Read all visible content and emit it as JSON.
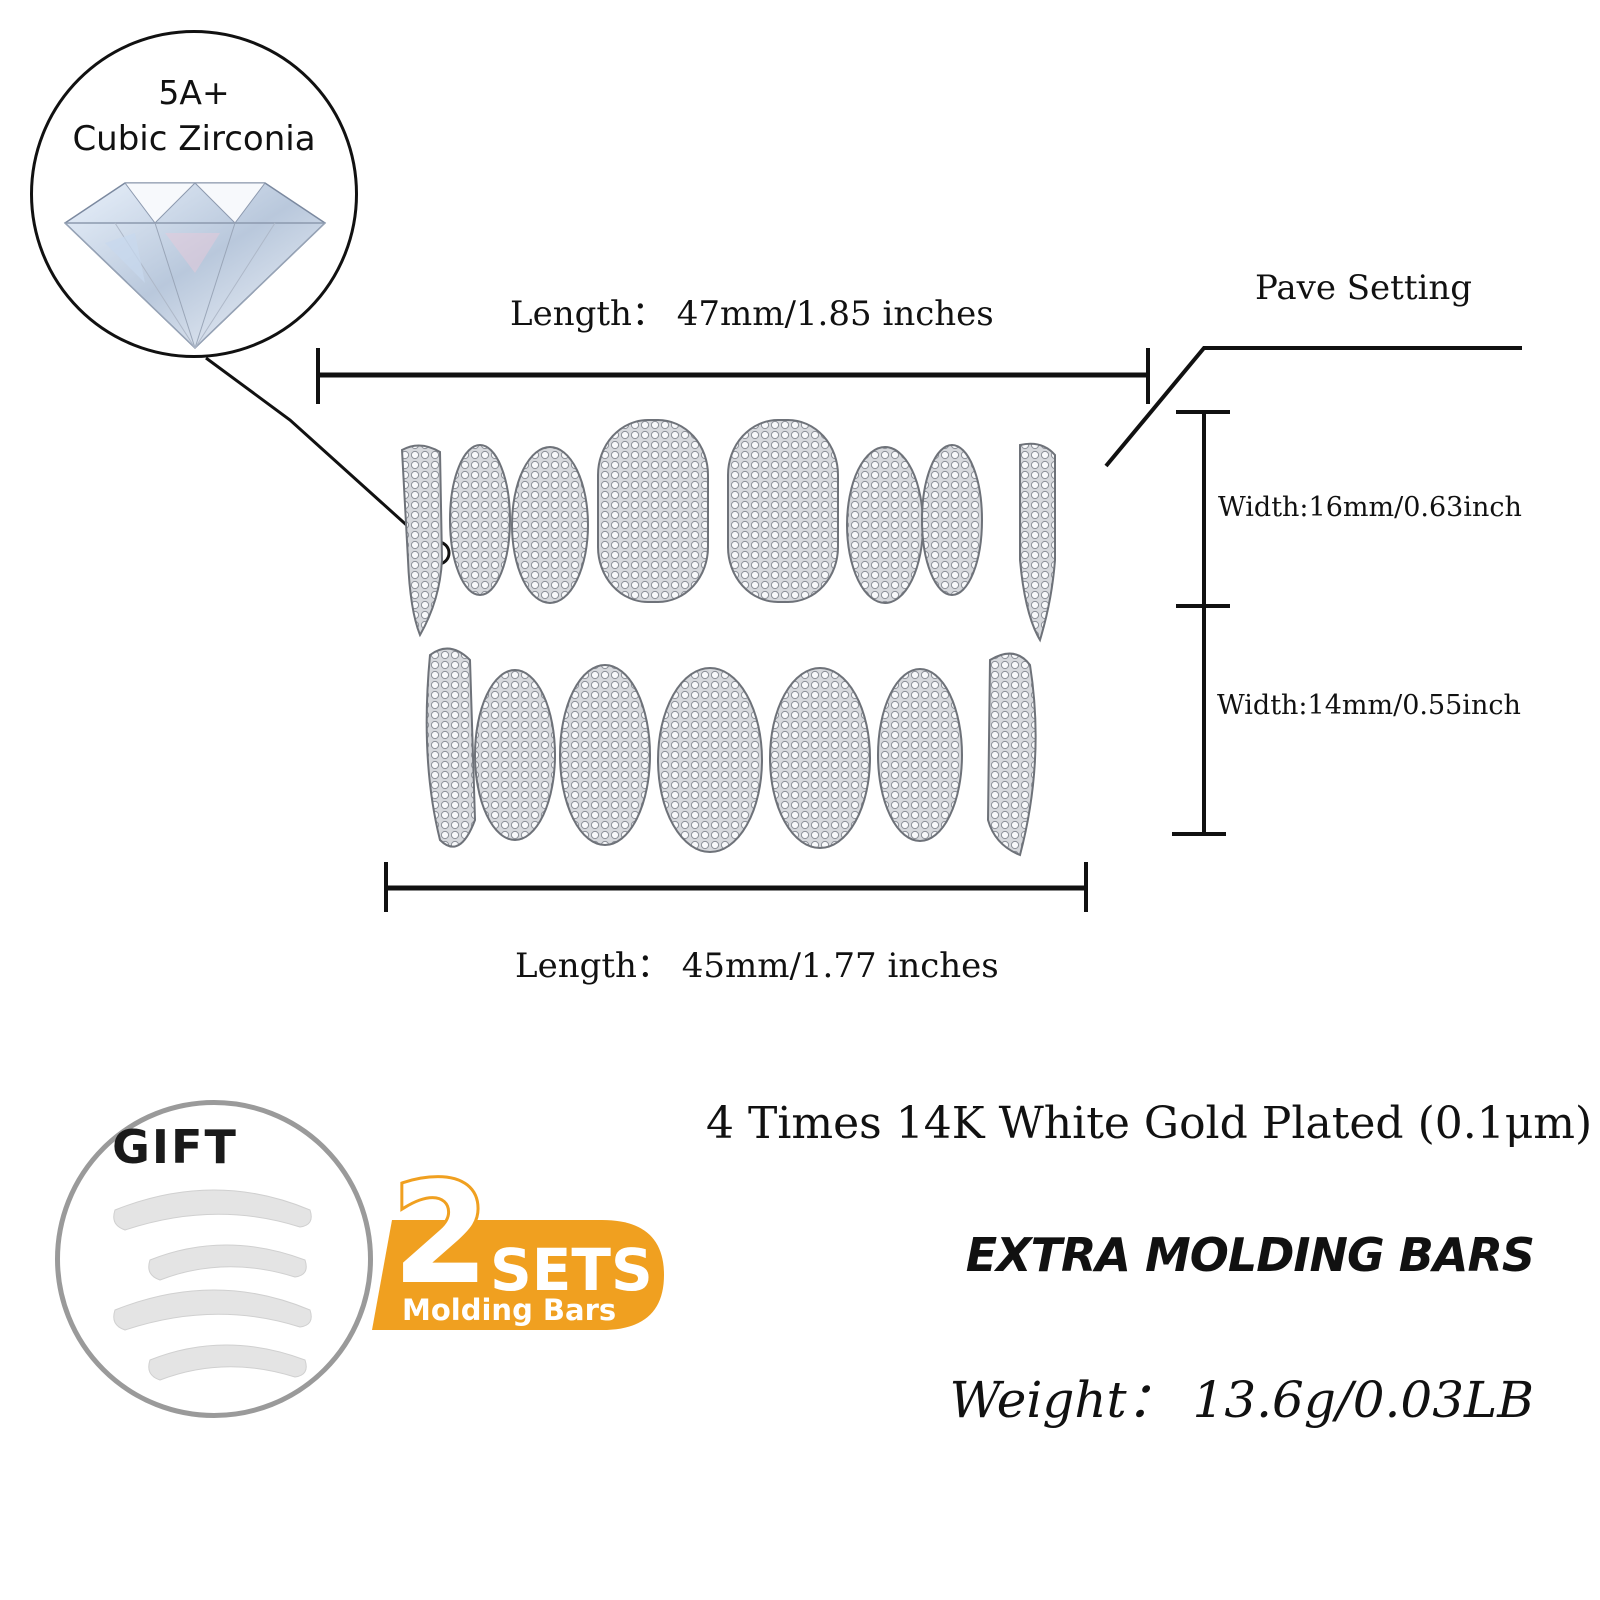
{
  "stone": {
    "grade": "5A+",
    "name": "Cubic Zirconia",
    "icon": "diamond-icon"
  },
  "dimensions": {
    "top_length": "Length：  47mm/1.85 inches",
    "bottom_length": "Length：  45mm/1.77 inches",
    "pave": "Pave Setting",
    "width_top": "Width:16mm/0.63inch",
    "width_bottom": "Width:14mm/0.55inch"
  },
  "gift": {
    "label": "GIFT",
    "badge_number": "2",
    "badge_sets": "SETS",
    "badge_sub": "Molding Bars",
    "accent": "#f0a020",
    "ring": "#9a9a9a"
  },
  "specs": {
    "plating": "4 Times 14K White Gold Plated (0.1μm)",
    "extra": "EXTRA MOLDING BARS",
    "weight": "Weight：  13.6g/0.03LB"
  },
  "product": {
    "icon": "grillz-image"
  }
}
